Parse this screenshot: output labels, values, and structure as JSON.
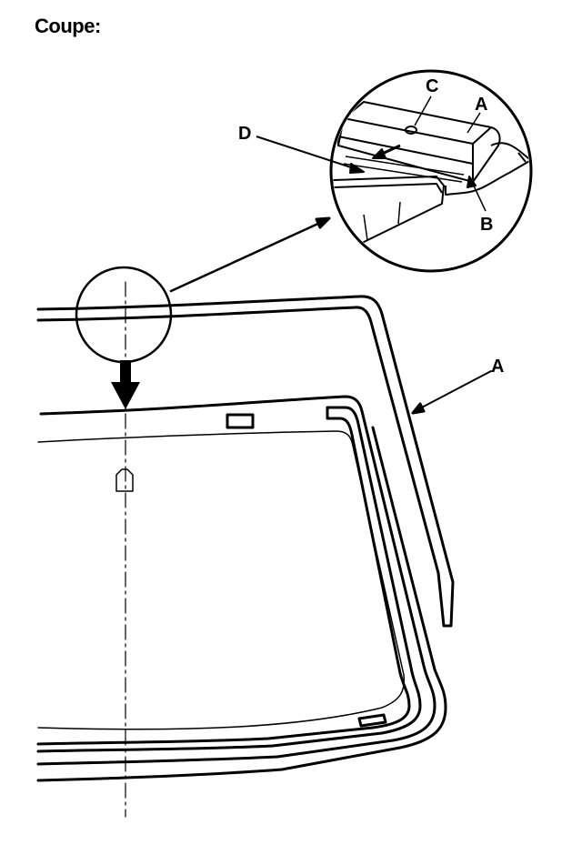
{
  "title": "Coupe:",
  "callouts": {
    "a_detail": "A",
    "b_detail": "B",
    "c_detail": "C",
    "d_detail": "D",
    "a_main": "A"
  },
  "colors": {
    "ink": "#000000",
    "paper": "#ffffff"
  }
}
